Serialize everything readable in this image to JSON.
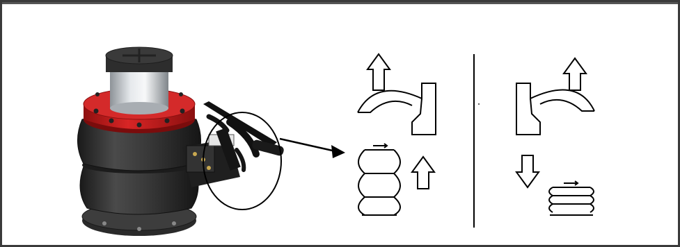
{
  "figure": {
    "product": "air-bellows-jack",
    "callout": "control-valve-detail",
    "panels": [
      {
        "id": "raise",
        "lever_direction": "up",
        "bellows_state": "inflated",
        "motion": "up"
      },
      {
        "id": "lower",
        "lever_direction": "down",
        "bellows_state": "deflated",
        "motion": "down"
      }
    ]
  },
  "colors": {
    "frame": "#3a3a3a",
    "flange": "#c81e1e",
    "rubber": "#2b2b2b",
    "steel": "#bfc4c9",
    "outline": "#000000"
  }
}
